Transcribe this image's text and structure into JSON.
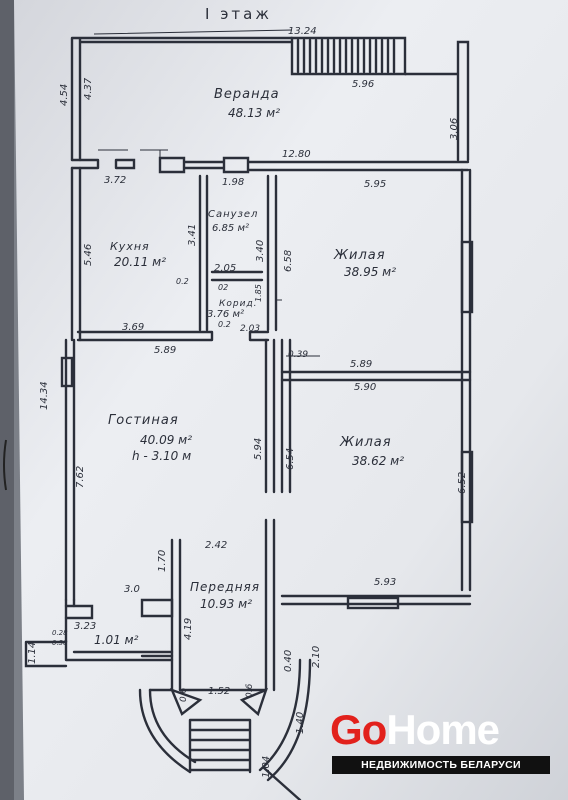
{
  "plan": {
    "title": "I этаж",
    "rooms": {
      "veranda": {
        "name": "Веранда",
        "area": "48.13 м²"
      },
      "kitchen": {
        "name": "Кухня",
        "area": "20.11 м²"
      },
      "bathroom": {
        "name": "Санузел",
        "area": "6.85 м²"
      },
      "corridor": {
        "name": "Корид.",
        "area": "3.76 м²"
      },
      "living_room": {
        "name": "Гостиная",
        "area": "40.09 м²",
        "height": "h - 3.10 м"
      },
      "bedroom_top": {
        "name": "Жилая",
        "area": "38.95 м²"
      },
      "bedroom_bottom": {
        "name": "Жилая",
        "area": "38.62 м²"
      },
      "hall": {
        "name": "Передняя",
        "area": "10.93 м²"
      },
      "closet": {
        "area": "1.01 м²"
      }
    },
    "dimensions": {
      "d1324": "13.24",
      "d596": "5.96",
      "d454": "4.54",
      "d437": "4.37",
      "d306": "3.06",
      "d1280": "12.80",
      "d372": "3.72",
      "d198": "1.98",
      "d595": "5.95",
      "d546": "5.46",
      "d341": "3.41",
      "d340": "3.40",
      "d658": "6.58",
      "d205": "2.05",
      "d02a": "0.2",
      "d02b": "02",
      "d185": "1.85",
      "d369": "3.69",
      "d02c": "0.2",
      "d203": "2.03",
      "d589a": "5.89",
      "d039": "0.39",
      "d589b": "5.89",
      "d590": "5.90",
      "d1434": "14.34",
      "d594": "5.94",
      "d654": "6.54",
      "d762": "7.62",
      "d652": "6.52",
      "d170": "1.70",
      "d242": "2.42",
      "d30": "3.0",
      "d593": "5.93",
      "d323": "3.23",
      "d419": "4.19",
      "d114": "1.14",
      "d028": "0.28",
      "d038": "0.38",
      "d210": "2.10",
      "d040": "0.40",
      "d152": "1.52",
      "d06a": "0.6",
      "d06b": "0.6",
      "d140": "1.40",
      "d104": "1.04"
    }
  },
  "logo": {
    "brand_go": "Go",
    "brand_home": "Home",
    "tagline": "НЕДВИЖИМОСТЬ БЕЛАРУСИ"
  },
  "colors": {
    "ink": "#2b2f3a",
    "paper": "#e9eaee",
    "logo_red": "#e2211c",
    "logo_white": "#ffffff",
    "logo_bar": "#111111"
  }
}
